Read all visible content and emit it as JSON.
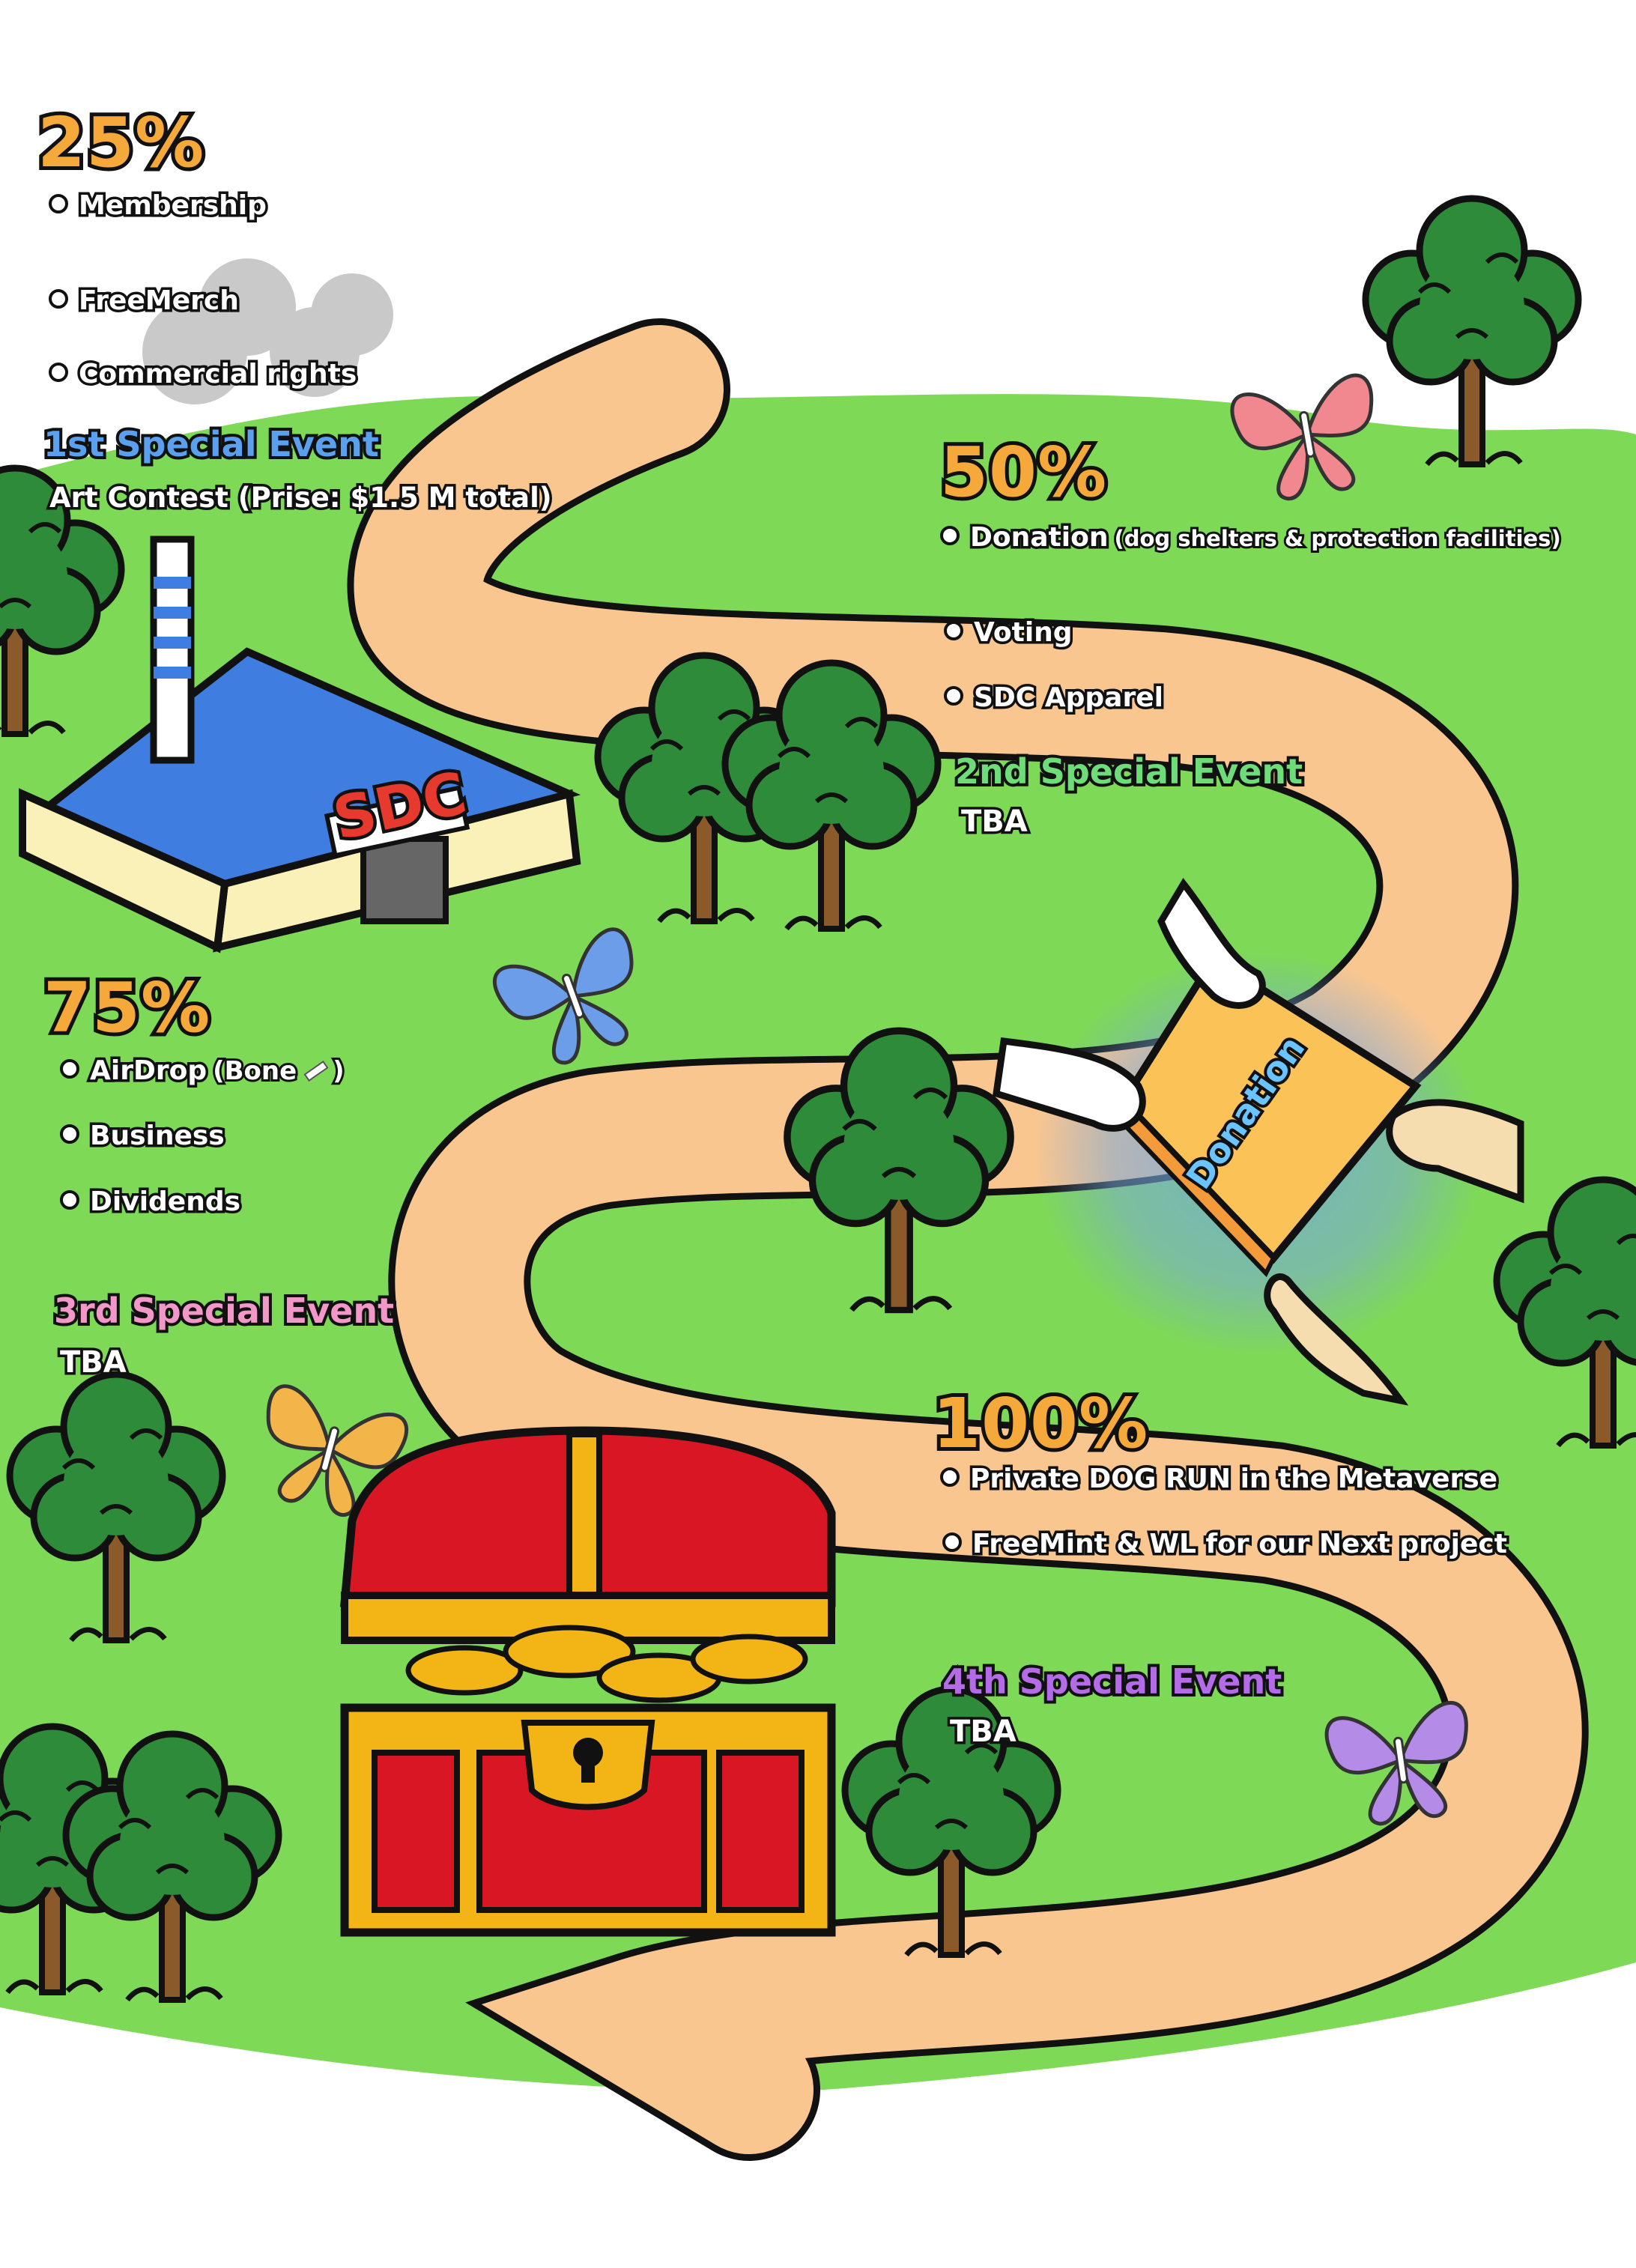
{
  "milestones": {
    "m25": {
      "percent": "25%",
      "items": [
        "Membership",
        "FreeMerch",
        "Commercial rights"
      ],
      "event_title": "1st Special Event",
      "event_detail": "Art Contest (Prise: $1.5 M total)"
    },
    "m50": {
      "percent": "50%",
      "items": [
        "Donation",
        "Voting",
        "SDC Apparel"
      ],
      "donation_note": "(dog shelters & protection facilities)",
      "event_title": "2nd Special Event",
      "event_detail": "TBA"
    },
    "m75": {
      "percent": "75%",
      "items": [
        "AirDrop",
        "Business",
        "Dividends"
      ],
      "airdrop_note_open": "(Bone",
      "airdrop_note_close": ")",
      "event_title": "3rd Special Event",
      "event_detail": "TBA"
    },
    "m100": {
      "percent": "100%",
      "items": [
        "Private DOG RUN in the Metaverse",
        "FreeMint & WL for our Next project"
      ],
      "event_title": "4th Special Event",
      "event_detail": "TBA"
    }
  },
  "scene": {
    "factory_sign": "SDC",
    "envelope_label": "Donation"
  },
  "colors": {
    "grass": "#7ed957",
    "path": "#f9c690",
    "percent": "#f6a93b",
    "event1": "#5aa0ee",
    "event2": "#6fdc7a",
    "event3": "#f298c8",
    "event4": "#b36be8",
    "chest_red": "#d91624",
    "chest_gold": "#f3b515"
  },
  "icons": [
    "tree-icon",
    "butterfly-icon",
    "factory-icon",
    "treasure-chest-icon",
    "donation-envelope-icon",
    "hand-icon",
    "bone-icon"
  ]
}
